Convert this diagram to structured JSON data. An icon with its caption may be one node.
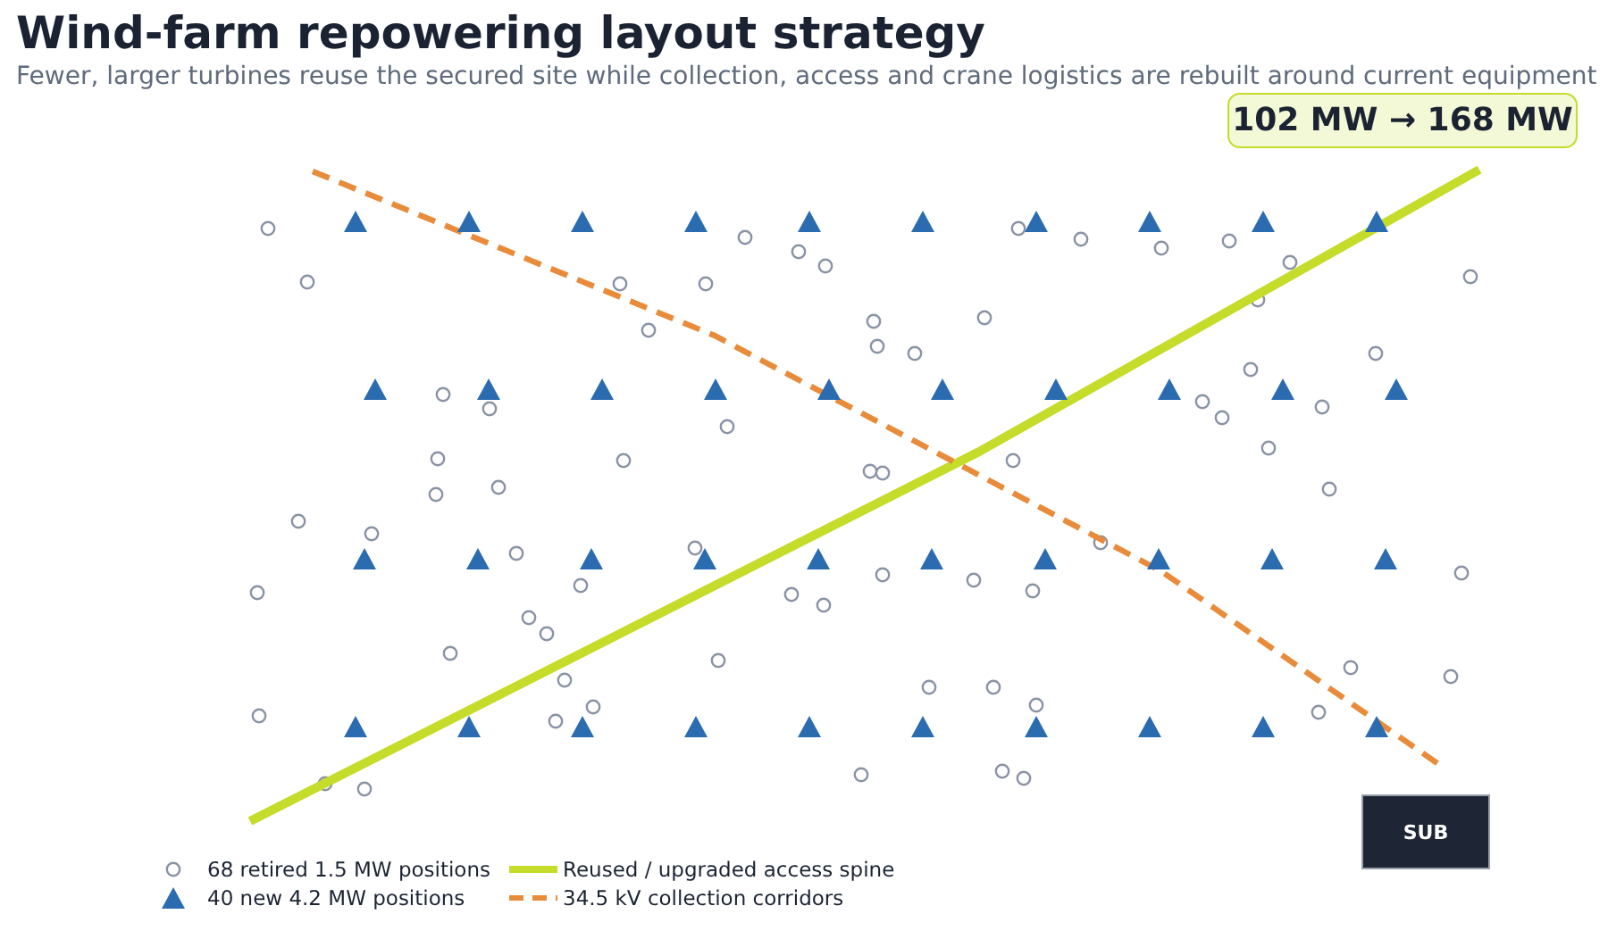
{
  "diagram": {
    "title": "Wind-farm repowering layout strategy",
    "caption": "Fewer, larger turbines reuse the secured site while collection, access and crane logistics are rebuilt around current equipment",
    "nodes": [
      {
        "text": [
          "102 MW → 168 MW"
        ]
      },
      {
        "text": [
          "SUB"
        ]
      }
    ],
    "legend": [
      {
        "text": "68 retired 1.5 MW positions"
      },
      {
        "text": "Reused / upgraded access spine"
      },
      {
        "text": "40 new 4.2 MW positions"
      },
      {
        "text": "34.5 kV collection corridors"
      }
    ]
  }
}
